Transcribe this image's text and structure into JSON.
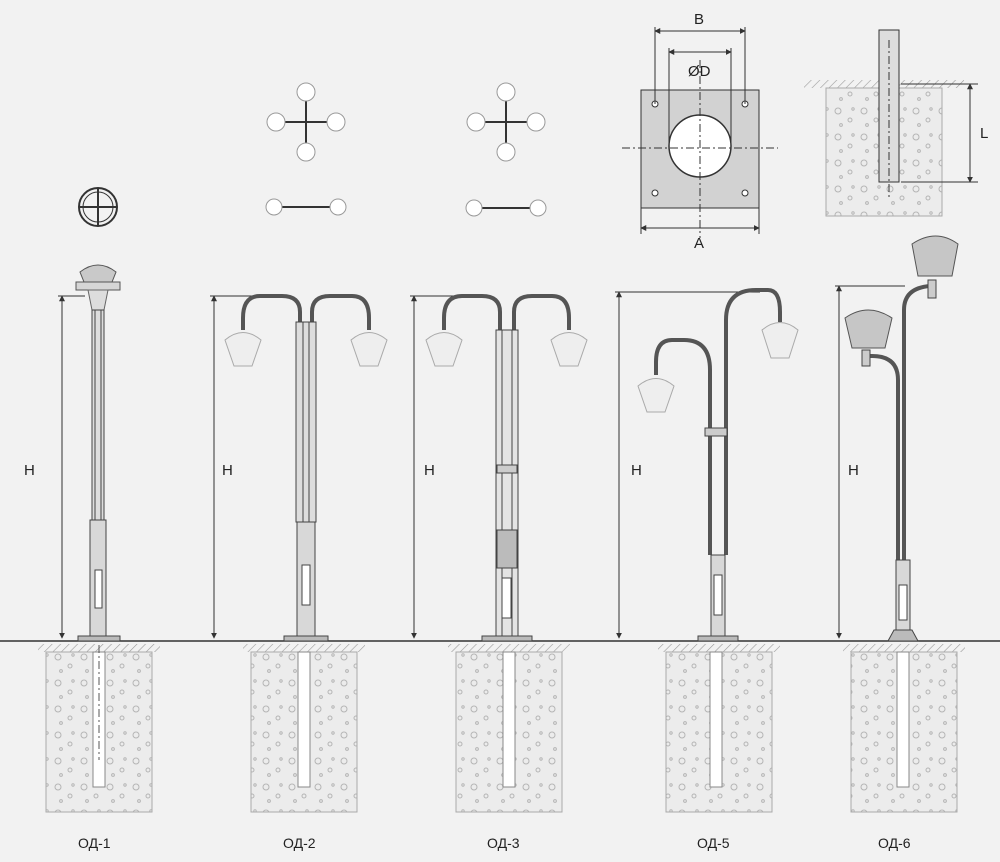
{
  "dimension_labels": {
    "height": "H",
    "plate_width_a": "A",
    "plate_width_b": "B",
    "hole_diameter": "ØD",
    "embed_length": "L"
  },
  "models": [
    {
      "code": "ОД-1",
      "lamps": 1
    },
    {
      "code": "ОД-2",
      "lamps": 2
    },
    {
      "code": "ОД-3",
      "lamps": 2
    },
    {
      "code": "ОД-5",
      "lamps": 2
    },
    {
      "code": "ОД-6",
      "lamps": 2
    }
  ],
  "colors": {
    "line": "#333333",
    "soil": "#e9e9e9",
    "lamp": "#bdbdbd",
    "plate": "#d2d2d2"
  }
}
